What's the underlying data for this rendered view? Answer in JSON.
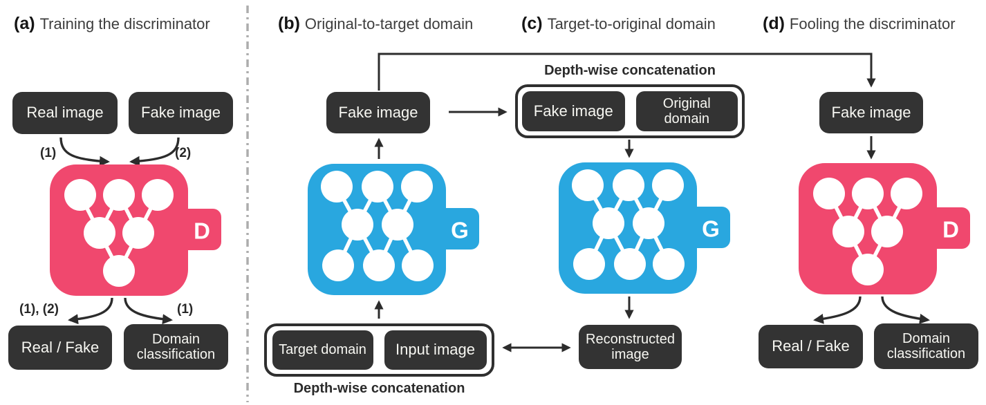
{
  "colors": {
    "pink": "#F0486E",
    "blue": "#29A7DF",
    "box_dark": "#333333",
    "arrow": "#2C2C2C",
    "separator": "#ADADAD"
  },
  "panel_a": {
    "tag": "(a)",
    "title": "Training the discriminator",
    "real_image": "Real image",
    "fake_image": "Fake image",
    "in_label_left": "(1)",
    "in_label_right": "(2)",
    "network_letter": "D",
    "out_label_left": "(1), (2)",
    "out_label_right": "(1)",
    "real_fake": "Real / Fake",
    "domain_classification": "Domain classification"
  },
  "panel_b": {
    "tag": "(b)",
    "title": "Original-to-target domain",
    "fake_image": "Fake image",
    "network_letter": "G",
    "target_domain": "Target domain",
    "input_image": "Input image",
    "concat_caption": "Depth-wise concatenation"
  },
  "panel_c": {
    "tag": "(c)",
    "title": "Target-to-original domain",
    "concat_caption": "Depth-wise concatenation",
    "fake_image": "Fake image",
    "original_domain": "Original domain",
    "network_letter": "G",
    "reconstructed_image": "Reconstructed image"
  },
  "panel_d": {
    "tag": "(d)",
    "title": "Fooling the discriminator",
    "fake_image": "Fake image",
    "network_letter": "D",
    "real_fake": "Real / Fake",
    "domain_classification": "Domain classification"
  }
}
